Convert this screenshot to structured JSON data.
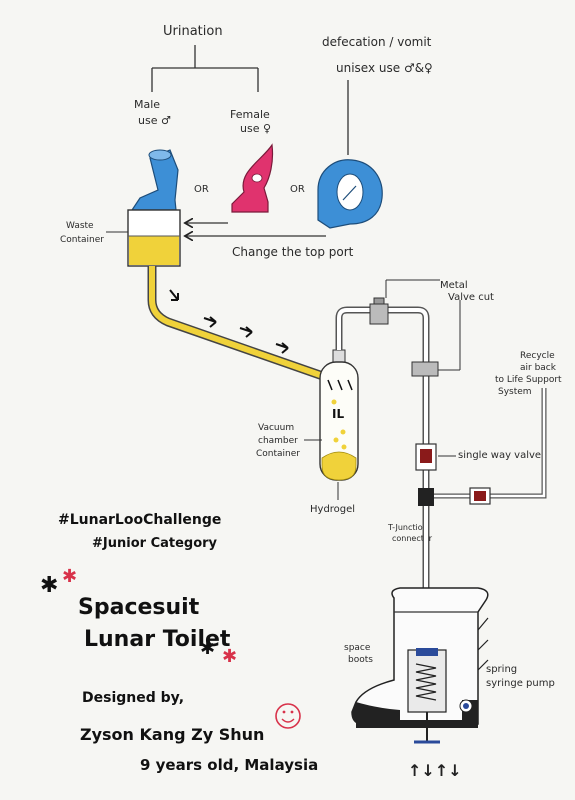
{
  "labels": {
    "urination": "Urination",
    "male_use_1": "Male",
    "male_use_2": "use ♂",
    "female_use_1": "Female",
    "female_use_2": "use ♀",
    "defecation_1": "defecation / vomit",
    "defecation_2": "unisex use ♂&♀",
    "or_1": "OR",
    "or_2": "OR",
    "waste_container_1": "Waste",
    "waste_container_2": "Container",
    "change_top_port": "Change the top port",
    "metal_valve_1": "Metal",
    "metal_valve_2": "Valve cut",
    "recycle_1": "Recycle",
    "recycle_2": "air back",
    "recycle_3": "to Life Support",
    "recycle_4": "System",
    "vacuum_1": "Vacuum",
    "vacuum_2": "chamber",
    "vacuum_3": "Container",
    "single_way_valve": "single way valve",
    "hydrogel": "Hydrogel",
    "t_junction_1": "T-Junction",
    "t_junction_2": "connector",
    "space_boots_1": "space",
    "space_boots_2": "boots",
    "spring_pump_1": "spring",
    "spring_pump_2": "syringe pump",
    "il_text": "IL",
    "arrows_bottom": "↑↓↑↓"
  },
  "title": {
    "hashtag1": "#LunarLooChallenge",
    "hashtag2": "#Junior Category",
    "line1": "Spacesuit",
    "line2": "Lunar Toilet",
    "designed_by": "Designed by,",
    "name": "Zyson Kang Zy Shun",
    "age": "9 years old, Malaysia"
  },
  "colors": {
    "blue": "#3d8fd6",
    "pink": "#e0336e",
    "yellow": "#f0d23a",
    "red_star": "#d8324a",
    "ink": "#222222"
  }
}
